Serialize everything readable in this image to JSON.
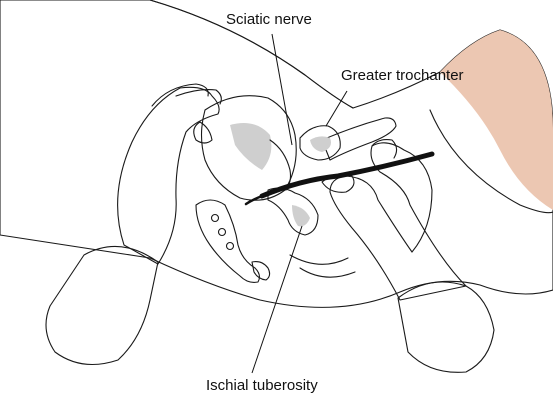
{
  "labels": {
    "sciatic_nerve": "Sciatic nerve",
    "greater_trochanter": "Greater trochanter",
    "ischial_tuberosity": "Ischial tuberosity"
  },
  "colors": {
    "skin": "#f3d6c4",
    "skin_shadow": "#ecc7b2",
    "hand": "#d9b9a8",
    "bone": "#ececec",
    "bone_shade": "#cfcfcf",
    "nerve": "#111111",
    "sleeve": "#ffffff"
  }
}
